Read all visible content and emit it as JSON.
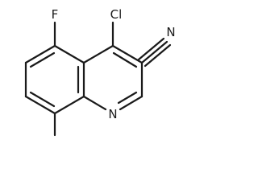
{
  "molecule": {
    "atoms": {
      "fluorine": "F",
      "chlorine": "Cl",
      "nitrile_nitrogen": "N",
      "ring_nitrogen": "N"
    }
  },
  "colors": {
    "bond": "#1a1a1a",
    "label": "#1a1a1a",
    "background": "#ffffff"
  }
}
